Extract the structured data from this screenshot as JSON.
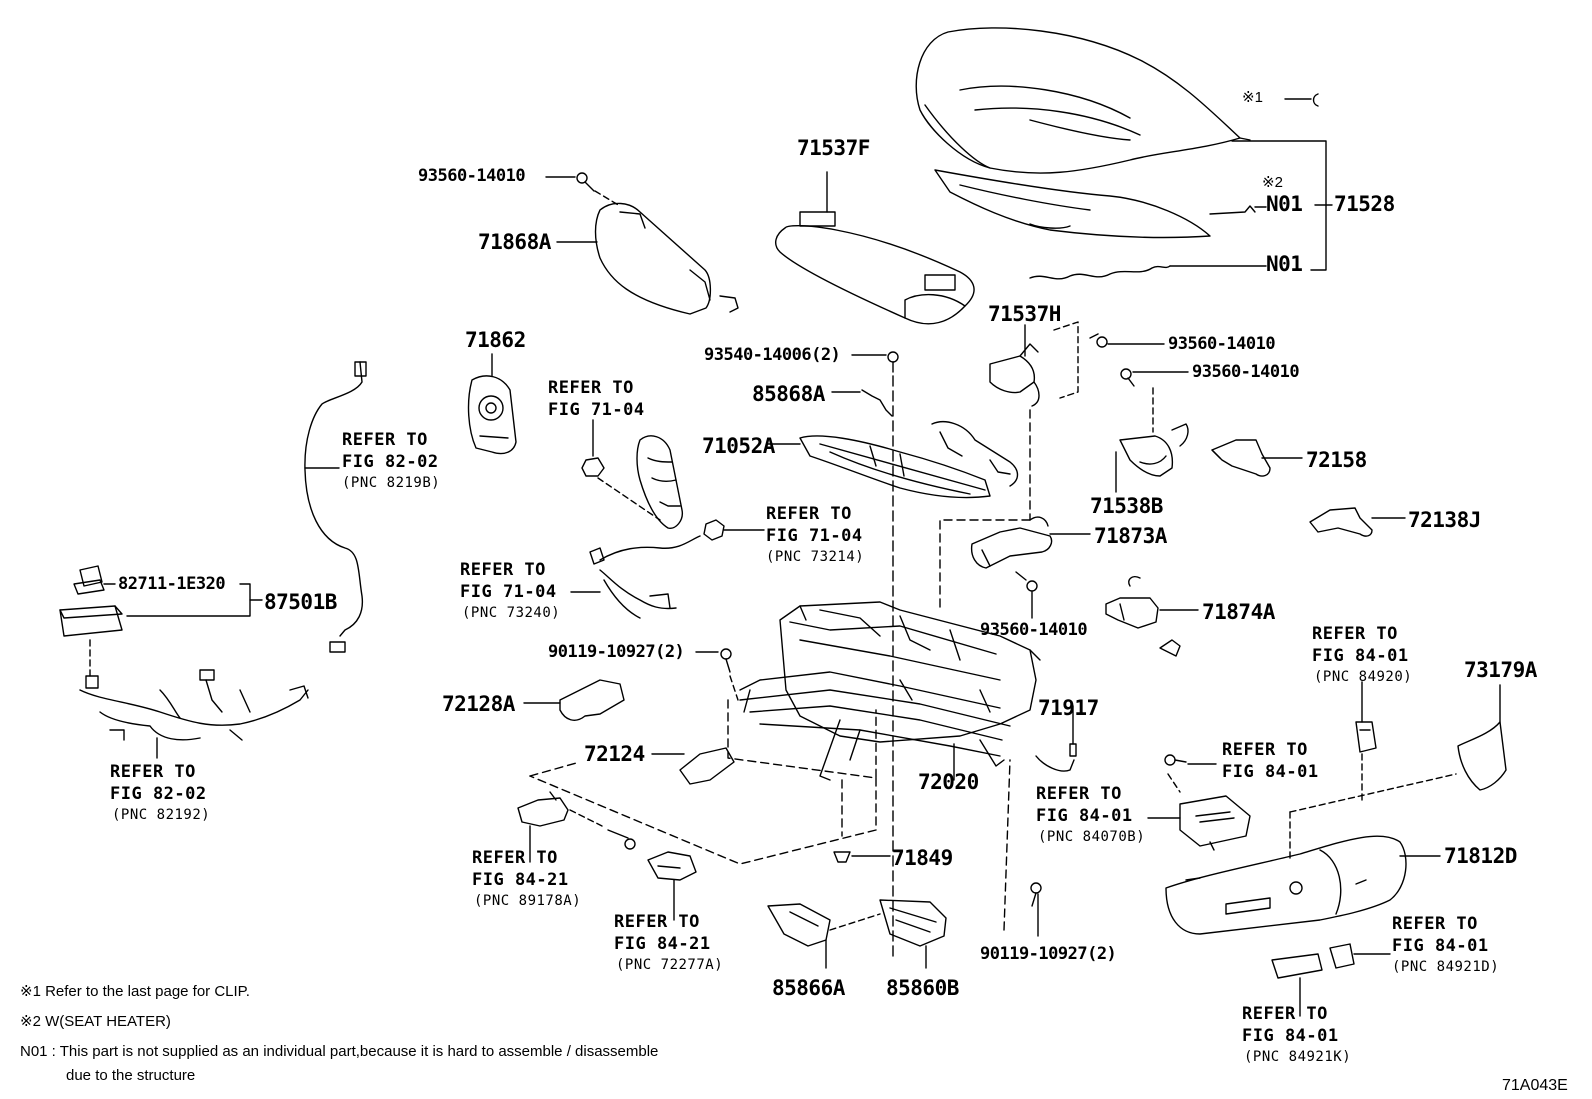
{
  "diagram": {
    "figure_code": "71A043E",
    "part_numbers": {
      "p93560_a": "93560-14010",
      "p71868A": "71868A",
      "p71537F": "71537F",
      "mark1": "※1",
      "mark2": "※2",
      "n01_a": "N01",
      "n01_b": "N01",
      "p71528": "71528",
      "p71862": "71862",
      "p93540": "93540-14006(2)",
      "p85868A": "85868A",
      "p71052A": "71052A",
      "p71537H": "71537H",
      "p93560_b": "93560-14010",
      "p93560_c": "93560-14010",
      "p72158": "72158",
      "p71538B": "71538B",
      "p72138J": "72138J",
      "p71873A": "71873A",
      "p93560_d": "93560-14010",
      "p71874A": "71874A",
      "p82711": "82711-1E320",
      "p87501B": "87501B",
      "p90119_a": "90119-10927(2)",
      "p72128A": "72128A",
      "p71917": "71917",
      "p72124": "72124",
      "p72020": "72020",
      "p71849": "71849",
      "p73179A": "73179A",
      "p71812D": "71812D",
      "p90119_b": "90119-10927(2)",
      "p85866A": "85866A",
      "p85860B": "85860B"
    },
    "references": {
      "r1_1": "REFER TO",
      "r1_2": "FIG 82-02",
      "r1_3": "(PNC 8219B)",
      "r2_1": "REFER TO",
      "r2_2": "FIG 71-04",
      "r3_1": "REFER TO",
      "r3_2": "FIG 71-04",
      "r3_3": "(PNC 73214)",
      "r4_1": "REFER TO",
      "r4_2": "FIG 71-04",
      "r4_3": "(PNC 73240)",
      "r5_1": "REFER TO",
      "r5_2": "FIG 82-02",
      "r5_3": "(PNC 82192)",
      "r6_1": "REFER TO",
      "r6_2": "FIG 84-21",
      "r6_3": "(PNC 89178A)",
      "r7_1": "REFER TO",
      "r7_2": "FIG 84-21",
      "r7_3": "(PNC 72277A)",
      "r8_1": "REFER TO",
      "r8_2": "FIG 84-01",
      "r8_3": "(PNC 84920)",
      "r9_1": "REFER TO",
      "r9_2": "FIG 84-01",
      "r10_1": "REFER TO",
      "r10_2": "FIG 84-01",
      "r10_3": "(PNC 84070B)",
      "r11_1": "REFER TO",
      "r11_2": "FIG 84-01",
      "r11_3": "(PNC 84921D)",
      "r12_1": "REFER TO",
      "r12_2": "FIG 84-01",
      "r12_3": "(PNC 84921K)"
    },
    "notes": {
      "n1": "※1  Refer to the last page for CLIP.",
      "n2": "※2  W(SEAT HEATER)",
      "n3": "N01 : This part is not supplied as an individual part,because it is hard to assemble / disassemble",
      "n4": "due to the structure"
    }
  }
}
